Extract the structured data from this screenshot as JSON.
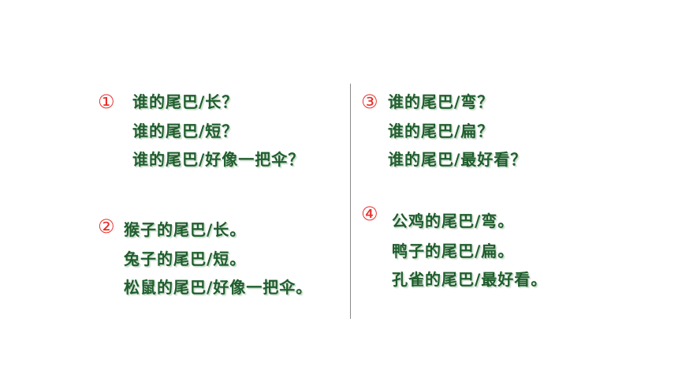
{
  "groups": [
    {
      "number": "①",
      "lines": [
        "谁的尾巴/长？",
        "谁的尾巴/短？",
        "谁的尾巴/好像一把伞？"
      ]
    },
    {
      "number": "②",
      "lines": [
        "猴子的尾巴/长。",
        "兔子的尾巴/短。",
        "松鼠的尾巴/好像一把伞。"
      ]
    },
    {
      "number": "③",
      "lines": [
        "谁的尾巴/弯？",
        "谁的尾巴/扁？",
        "谁的尾巴/最好看？"
      ]
    },
    {
      "number": "④",
      "lines": [
        "公鸡的尾巴/弯。",
        "鸭子的尾巴/扁。",
        "孔雀的尾巴/最好看。"
      ]
    }
  ],
  "colors": {
    "number": "#e8302a",
    "text": "#1f5e2d",
    "divider": "#8a8a8a"
  }
}
